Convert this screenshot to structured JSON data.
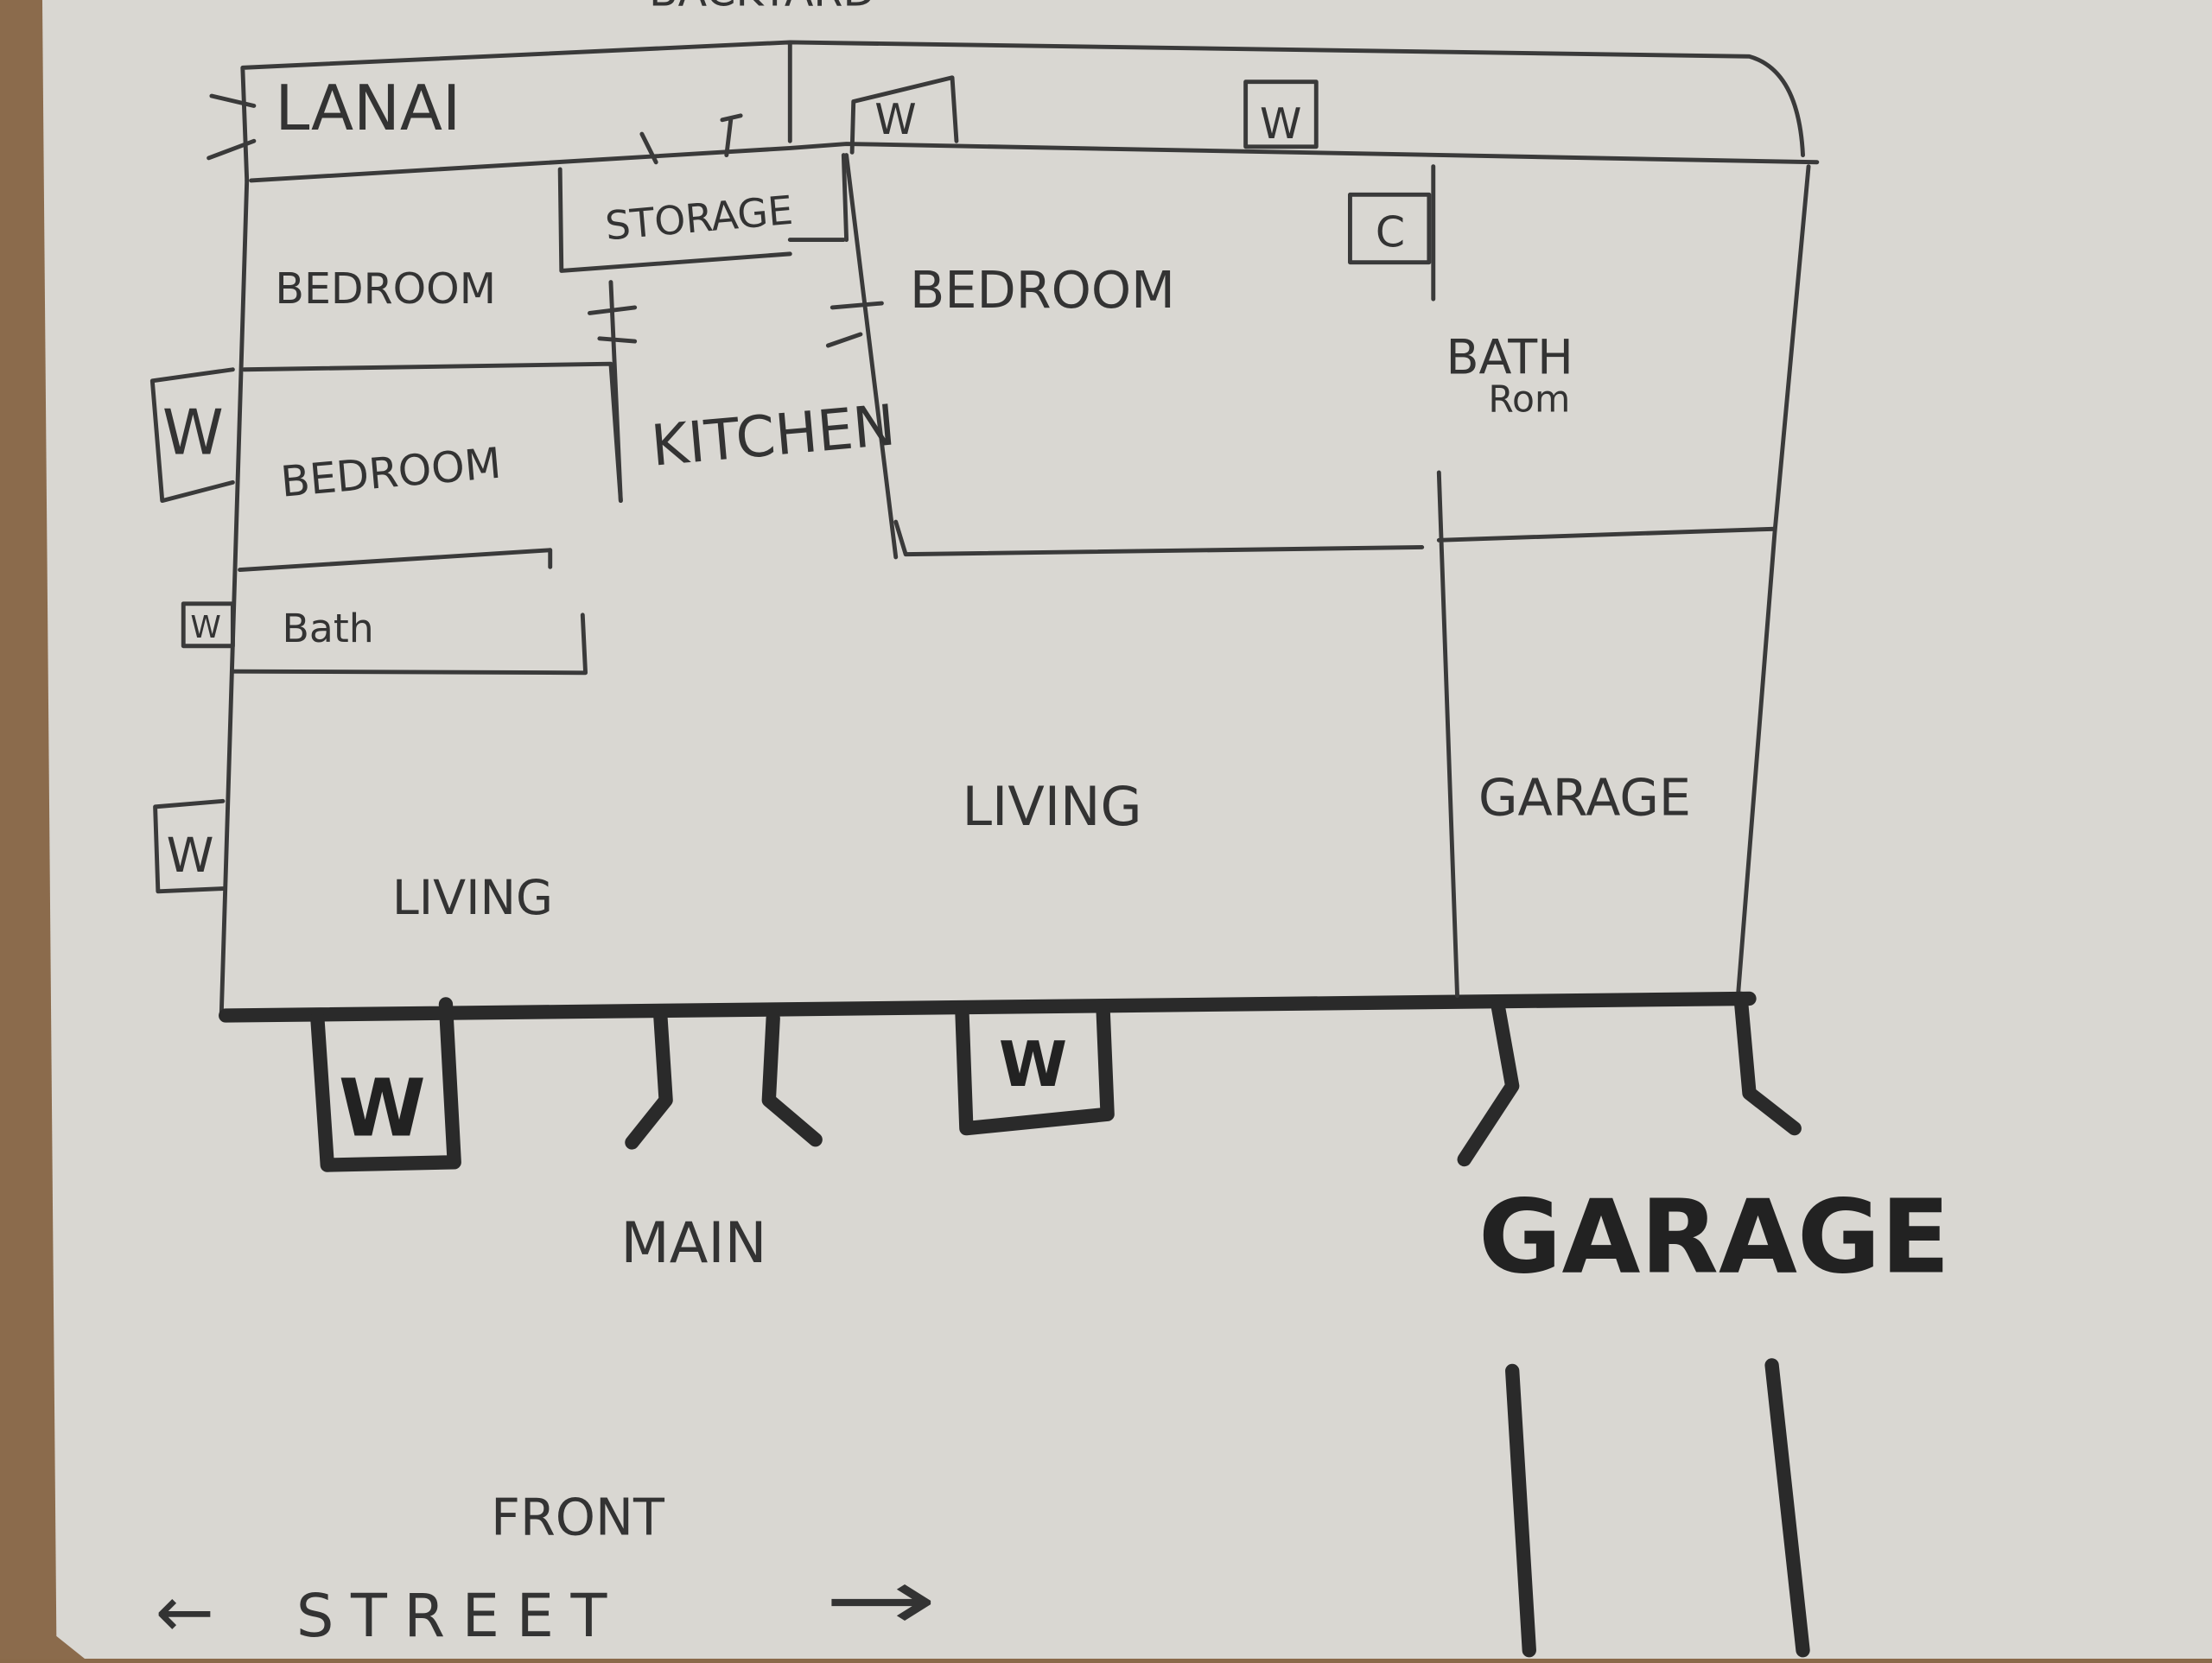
{
  "title": "Floor plan sketch",
  "backyard_label": "BACKYARD",
  "rooms": {
    "lanai": "LANAI",
    "storage": "STORAGE",
    "bedroom_1": "BEDROOM",
    "bedroom_2": "BEDROOM",
    "bath_1": "Bath",
    "kitchen": "KITCHEN",
    "bedroom_3": "BEDROOM",
    "closet": "C",
    "bathroom_line1": "BATH",
    "bathroom_line2": "Rom",
    "living_1": "LIVING",
    "living_2": "LIVING",
    "garage_room": "GARAGE"
  },
  "window_label": "W",
  "main_entry": "MAIN",
  "garage_entry": "GARAGE",
  "front_label": "FRONT",
  "street_label": "STREET",
  "street_arrows": [
    "←",
    "→"
  ]
}
